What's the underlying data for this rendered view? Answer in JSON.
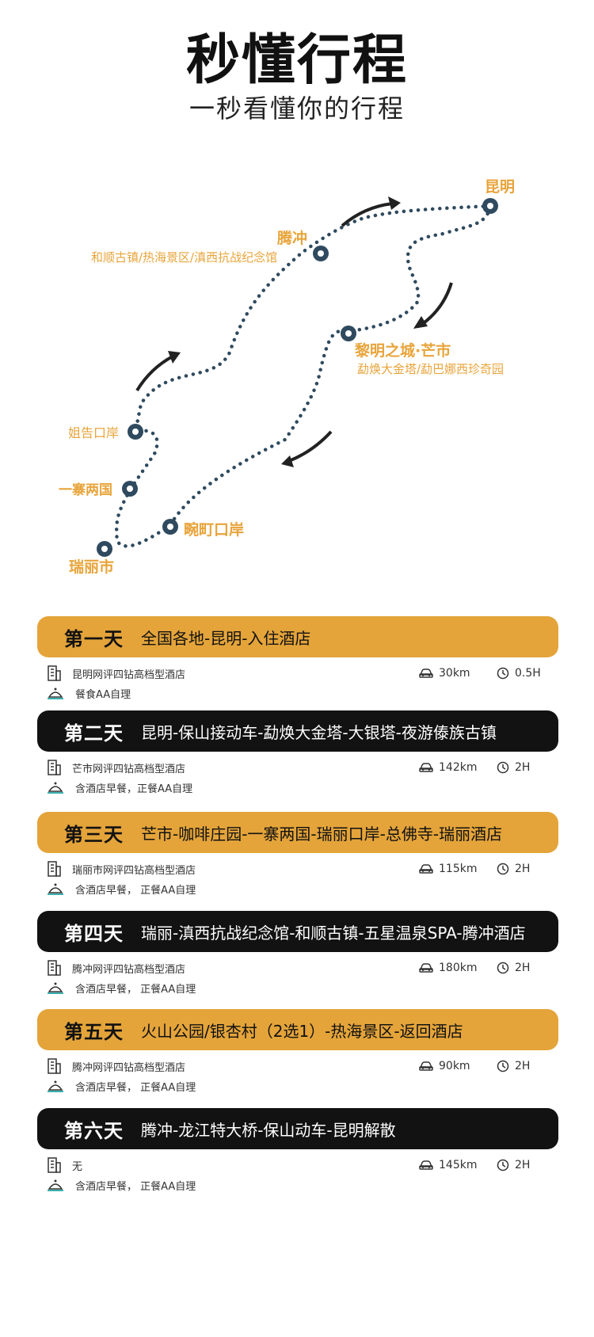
{
  "header": {
    "title": "秒懂行程",
    "subtitle": "一秒看懂你的行程"
  },
  "map": {
    "cities": [
      {
        "id": "kunming",
        "name": "昆明"
      },
      {
        "id": "tengchong",
        "name": "腾冲",
        "sub": "和顺古镇/热海景区/滇西抗战纪念馆"
      },
      {
        "id": "mangshi",
        "name": "黎明之城·芒市",
        "sub": "勐焕大金塔/勐巴娜西珍奇园"
      },
      {
        "id": "jiegao",
        "name": "姐告口岸"
      },
      {
        "id": "yizhai",
        "name": "一寨两国"
      },
      {
        "id": "wanding",
        "name": "畹町口岸"
      },
      {
        "id": "ruili",
        "name": "瑞丽市"
      }
    ]
  },
  "days": [
    {
      "name": "第一天",
      "route": "全国各地-昆明-入住酒店",
      "hotel": "昆明网评四钻高档型酒店",
      "meal": "餐食AA自理",
      "distance": "30km",
      "duration": "0.5H",
      "theme": "gold"
    },
    {
      "name": "第二天",
      "route": "昆明-保山接动车-勐焕大金塔-大银塔-夜游傣族古镇",
      "hotel": "芒市网评四钻高档型酒店",
      "meal": "含酒店早餐，正餐AA自理",
      "distance": "142km",
      "duration": "2H",
      "theme": "black"
    },
    {
      "name": "第三天",
      "route": "芒市-咖啡庄园-一寨两国-瑞丽口岸-总佛寺-瑞丽酒店",
      "hotel": "瑞丽市网评四钻高档型酒店",
      "meal": "含酒店早餐， 正餐AA自理",
      "distance": "115km",
      "duration": "2H",
      "theme": "gold"
    },
    {
      "name": "第四天",
      "route": "瑞丽-滇西抗战纪念馆-和顺古镇-五星温泉SPA-腾冲酒店",
      "hotel": "腾冲网评四钻高档型酒店",
      "meal": "含酒店早餐， 正餐AA自理",
      "distance": "180km",
      "duration": "2H",
      "theme": "black"
    },
    {
      "name": "第五天",
      "route": "火山公园/银杏村（2选1）-热海景区-返回酒店",
      "hotel": "腾冲网评四钻高档型酒店",
      "meal": "含酒店早餐， 正餐AA自理",
      "distance": "90km",
      "duration": "2H",
      "theme": "gold"
    },
    {
      "name": "第六天",
      "route": "腾冲-龙江特大桥-保山动车-昆明解散",
      "hotel": "无",
      "meal": "含酒店早餐， 正餐AA自理",
      "distance": "145km",
      "duration": "2H",
      "theme": "black"
    }
  ],
  "icons": {
    "hotel": "hotel-building-icon",
    "meal": "meal-cloche-icon",
    "distance": "car-icon",
    "duration": "clock-icon",
    "direction": "curved-arrow-icon"
  },
  "colors": {
    "gold": "#e4a43a",
    "black": "#121212",
    "route": "#2f4a5e"
  }
}
